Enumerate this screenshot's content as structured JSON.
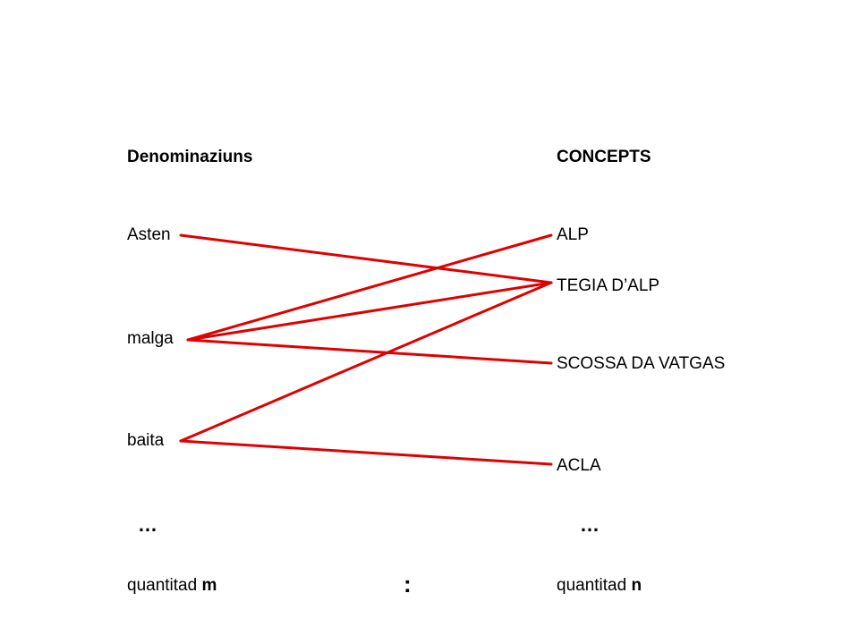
{
  "left_header": "Denominaziuns",
  "right_header": "CONCEPTS",
  "left_items": [
    "Asten",
    "malga",
    "baita"
  ],
  "right_items": [
    "ALP",
    "TEGIA D’ALP",
    "SCOSSA DA VATGAS",
    "ACLA"
  ],
  "ellipsis": "…",
  "left_footer": {
    "text": "quantitad",
    "var": "m"
  },
  "right_footer": {
    "text": "quantitad",
    "var": "n"
  },
  "ratio_symbol": ":",
  "line_color": "#e00000",
  "links": [
    {
      "from": 0,
      "to": 1
    },
    {
      "from": 1,
      "to": 0
    },
    {
      "from": 1,
      "to": 1
    },
    {
      "from": 1,
      "to": 2
    },
    {
      "from": 2,
      "to": 1
    },
    {
      "from": 2,
      "to": 3
    }
  ]
}
